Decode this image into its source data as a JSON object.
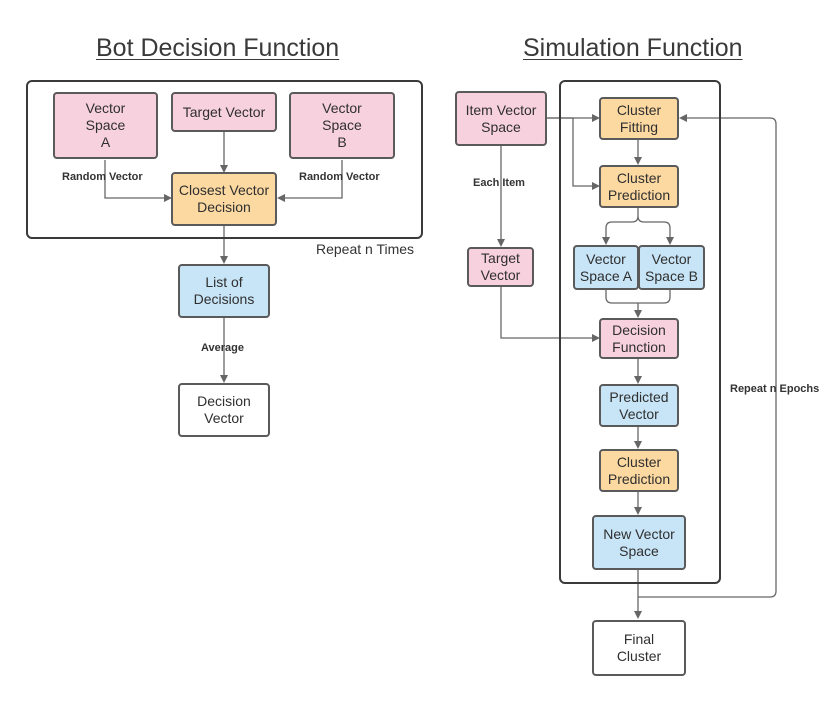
{
  "left": {
    "title": "Bot Decision Function",
    "vector_space_a": "Vector\nSpace\nA",
    "target_vector": "Target Vector",
    "vector_space_b": "Vector\nSpace\nB",
    "closest_vector_decision": "Closest Vector\nDecision",
    "random_vector_left": "Random Vector",
    "random_vector_right": "Random Vector",
    "repeat_label": "Repeat n Times",
    "list_of_decisions": "List of\nDecisions",
    "average_label": "Average",
    "decision_vector": "Decision\nVector"
  },
  "right": {
    "title": "Simulation Function",
    "item_vector_space": "Item Vector\nSpace",
    "each_item_label": "Each Item",
    "target_vector": "Target\nVector",
    "cluster_fitting": "Cluster\nFitting",
    "cluster_prediction_1": "Cluster\nPrediction",
    "vector_space_a": "Vector\nSpace A",
    "vector_space_b": "Vector\nSpace B",
    "decision_function": "Decision\nFunction",
    "predicted_vector": "Predicted\nVector",
    "cluster_prediction_2": "Cluster\nPrediction",
    "new_vector_space": "New Vector\nSpace",
    "repeat_label": "Repeat n Epochs",
    "final_cluster": "Final\nCluster"
  },
  "colors": {
    "pink": "#f8d1df",
    "orange": "#fdd9a2",
    "blue": "#c8e5f7",
    "white": "#ffffff",
    "stroke": "#5a5a5a"
  }
}
